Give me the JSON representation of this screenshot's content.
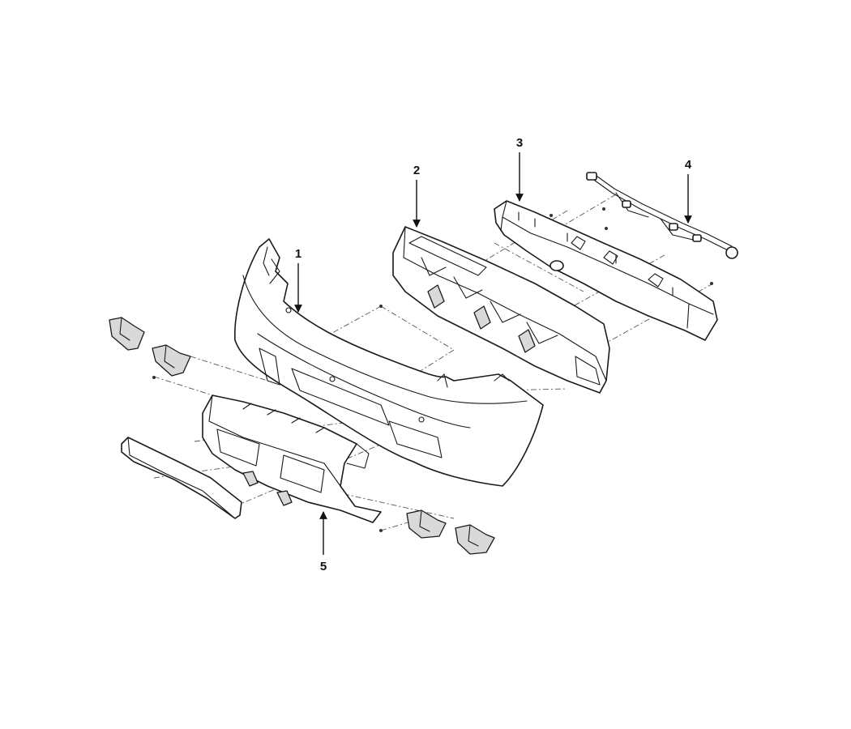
{
  "callouts": [
    {
      "id": "1",
      "label": "1"
    },
    {
      "id": "2",
      "label": "2"
    },
    {
      "id": "3",
      "label": "3"
    },
    {
      "id": "4",
      "label": "4"
    },
    {
      "id": "5",
      "label": "5"
    }
  ],
  "colors": {
    "line": "#1a1a1a",
    "shade": "#d9d9d9",
    "background": "#ffffff"
  }
}
